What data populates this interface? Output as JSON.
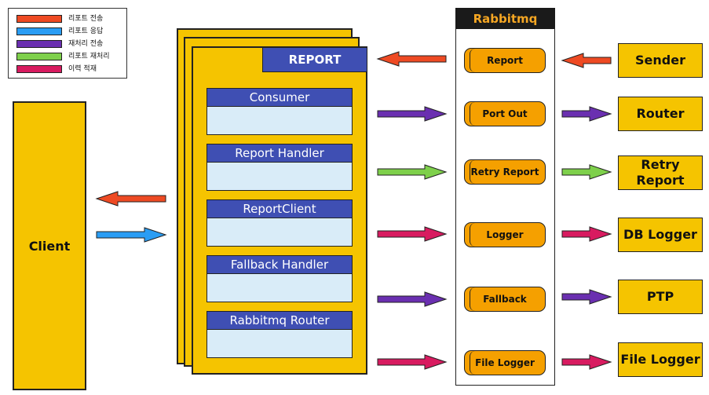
{
  "legend": [
    {
      "label": "리포트 전송",
      "color": "#ee4a23"
    },
    {
      "label": "리포트 응답",
      "color": "#2a9df4"
    },
    {
      "label": "재처리 전송",
      "color": "#6a2fb0"
    },
    {
      "label": "리포트 재처리",
      "color": "#7ed04b"
    },
    {
      "label": "이력 적재",
      "color": "#d81b60"
    }
  ],
  "client": {
    "label": "Client"
  },
  "report": {
    "title": "REPORT",
    "components": [
      "Consumer",
      "Report Handler",
      "ReportClient",
      "Fallback Handler",
      "Rabbitmq Router"
    ]
  },
  "rabbitmq": {
    "title": "Rabbitmq",
    "queues": [
      "Report",
      "Port Out",
      "Retry Report",
      "Logger",
      "Fallback",
      "File Logger"
    ]
  },
  "targets": [
    "Sender",
    "Router",
    "Retry Report",
    "DB Logger",
    "PTP",
    "File Logger"
  ],
  "colors": {
    "box": "#f5c400",
    "queue": "#f5a000",
    "header": "#3f4fb3",
    "component_body": "#d9ecf8"
  }
}
